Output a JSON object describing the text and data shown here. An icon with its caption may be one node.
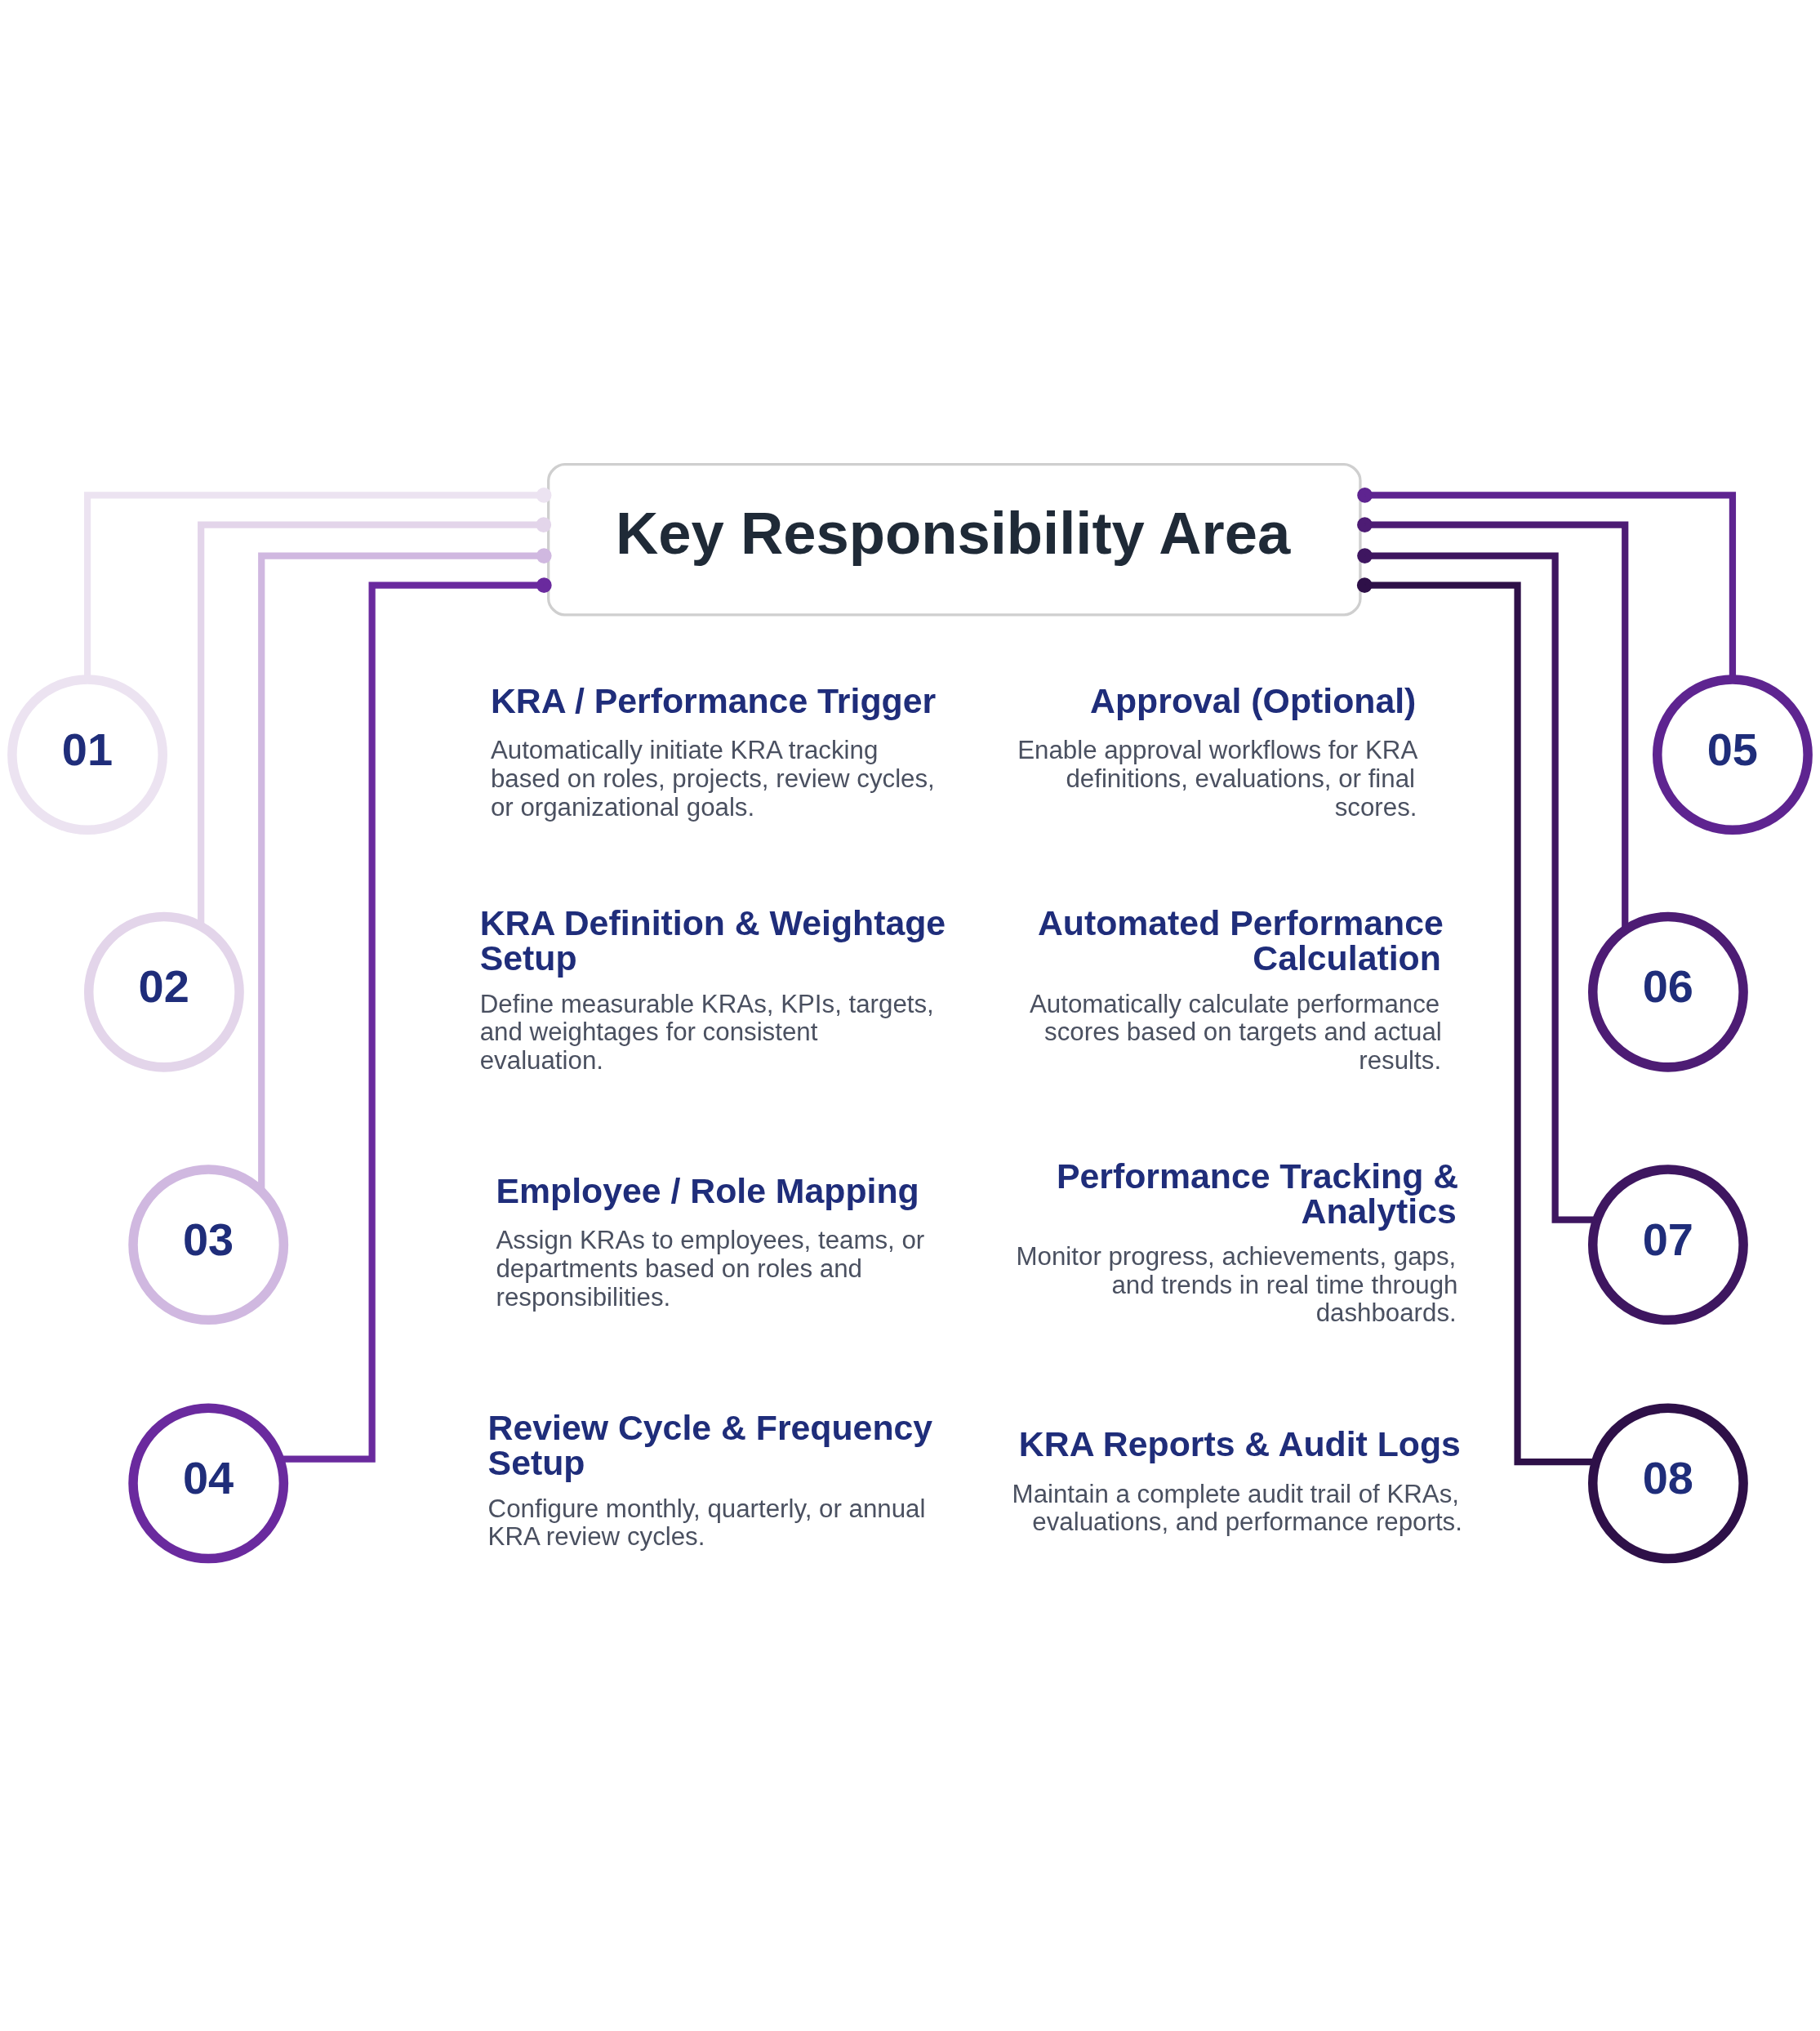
{
  "diagram": {
    "nodes": [
      {
        "text": [
          "Key Responsibility Area"
        ]
      },
      {
        "text": [
          "01"
        ],
        "beside": [
          "KRA / Performance Trigger",
          "Automatically initiate KRA tracking based on roles, projects, review cycles, or organizational goals."
        ]
      },
      {
        "text": [
          "02"
        ],
        "beside": [
          "KRA Definition & Weightage Setup",
          "Define measurable KRAs, KPIs, targets, and weightages for consistent evaluation."
        ]
      },
      {
        "text": [
          "03"
        ],
        "beside": [
          "Employee / Role Mapping",
          "Assign KRAs to employees, teams, or departments based on roles and responsibilities."
        ]
      },
      {
        "text": [
          "04"
        ],
        "beside": [
          "Review Cycle & Frequency Setup",
          "Configure monthly, quarterly, or annual KRA review cycles."
        ]
      },
      {
        "text": [
          "05"
        ],
        "beside": [
          "Approval (Optional)",
          "Enable approval workflows for KRA definitions, evaluations, or final scores."
        ]
      },
      {
        "text": [
          "06"
        ],
        "beside": [
          "Automated Performance Calculation",
          "Automatically calculate performance scores based on targets and actual results."
        ]
      },
      {
        "text": [
          "07"
        ],
        "beside": [
          "Performance Tracking & Analytics",
          "Monitor progress, achievements, gaps, and trends in real time through dashboards."
        ]
      },
      {
        "text": [
          "08"
        ],
        "beside": [
          "KRA Reports & Audit Logs",
          "Maintain a complete audit trail of KRAs, evaluations, and performance reports."
        ]
      }
    ],
    "edges": [
      {
        "from": 0,
        "to": 1,
        "arrow": "other",
        "color": "#ece3f1"
      },
      {
        "from": 0,
        "to": 2,
        "arrow": "other",
        "color": "#e3d5ea"
      },
      {
        "from": 0,
        "to": 3,
        "arrow": "other",
        "color": "#d0b8e0"
      },
      {
        "from": 0,
        "to": 4,
        "arrow": "other",
        "color": "#6a2a9e"
      },
      {
        "from": 0,
        "to": 5,
        "arrow": "other",
        "color": "#5e2490"
      },
      {
        "from": 0,
        "to": 6,
        "arrow": "other",
        "color": "#4d1c74"
      },
      {
        "from": 0,
        "to": 7,
        "arrow": "other",
        "color": "#3e1660"
      },
      {
        "from": 0,
        "to": 8,
        "arrow": "other",
        "color": "#2e1048"
      }
    ]
  }
}
